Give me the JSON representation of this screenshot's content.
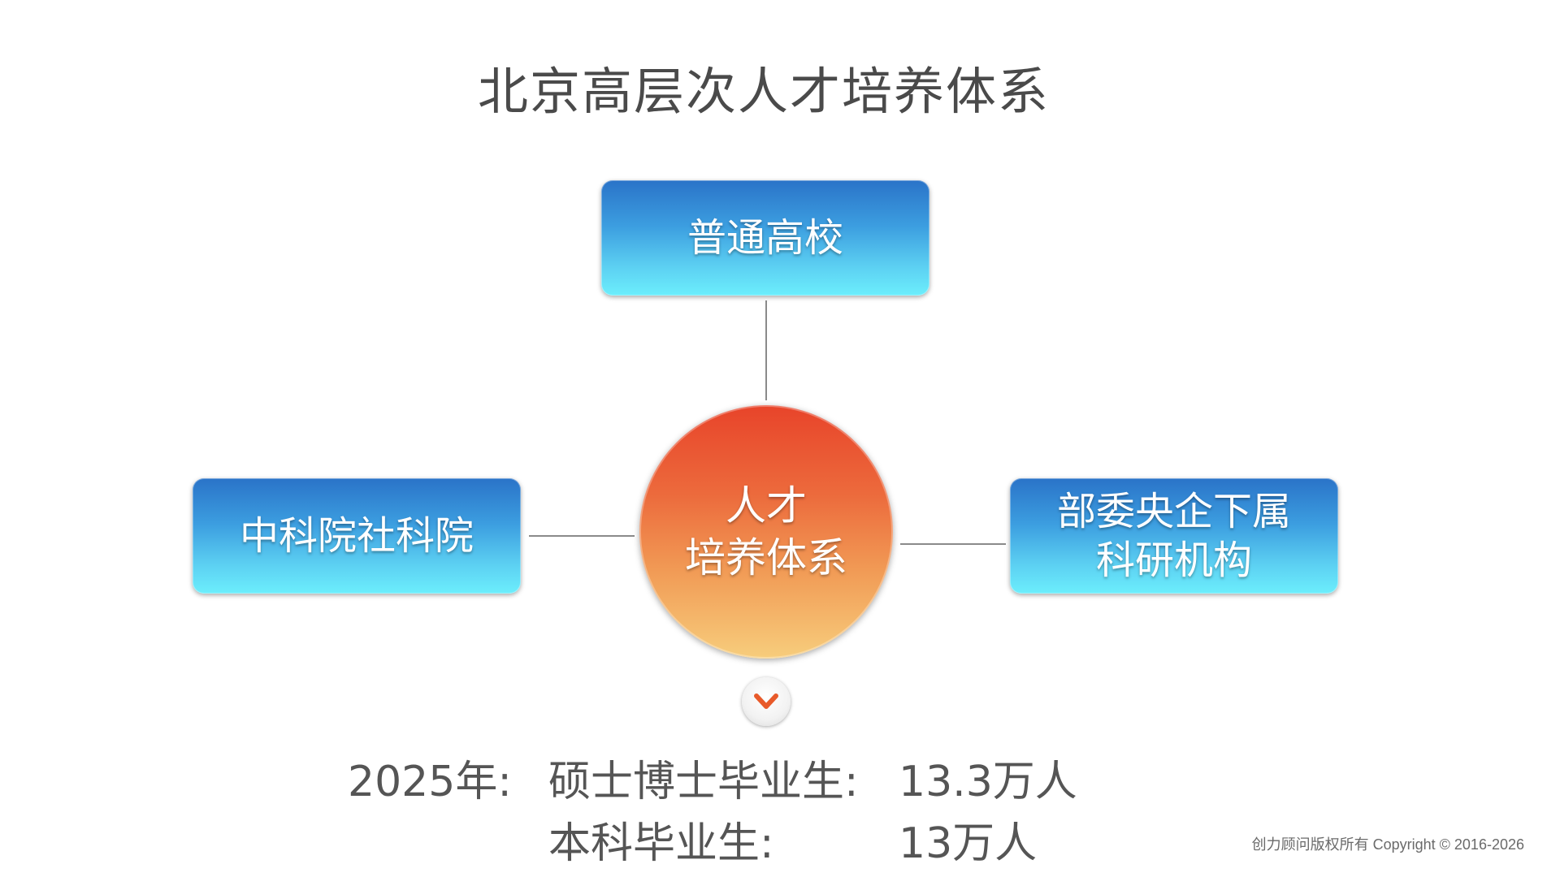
{
  "title": "北京高层次人才培养体系",
  "center": {
    "label": "人才\n培养体系"
  },
  "nodes": {
    "top": "普通高校",
    "left": "中科院社科院",
    "right": "部委央企下属\n科研机构"
  },
  "stats": {
    "year_label": "2025年:",
    "row1_label": "硕士博士毕业生:",
    "row1_value": "13.3万人",
    "row2_label": "本科毕业生:",
    "row2_value": "13万人"
  },
  "footer": "创力顾问版权所有 Copyright © 2016-2026",
  "icons": {
    "expand": "chevron-down-icon"
  },
  "colors": {
    "box_top": "#2a73c8",
    "box_bottom": "#6ceefc",
    "circle_top": "#e8442a",
    "circle_bottom": "#f7cd7c",
    "chevron": "#e85a2a"
  }
}
